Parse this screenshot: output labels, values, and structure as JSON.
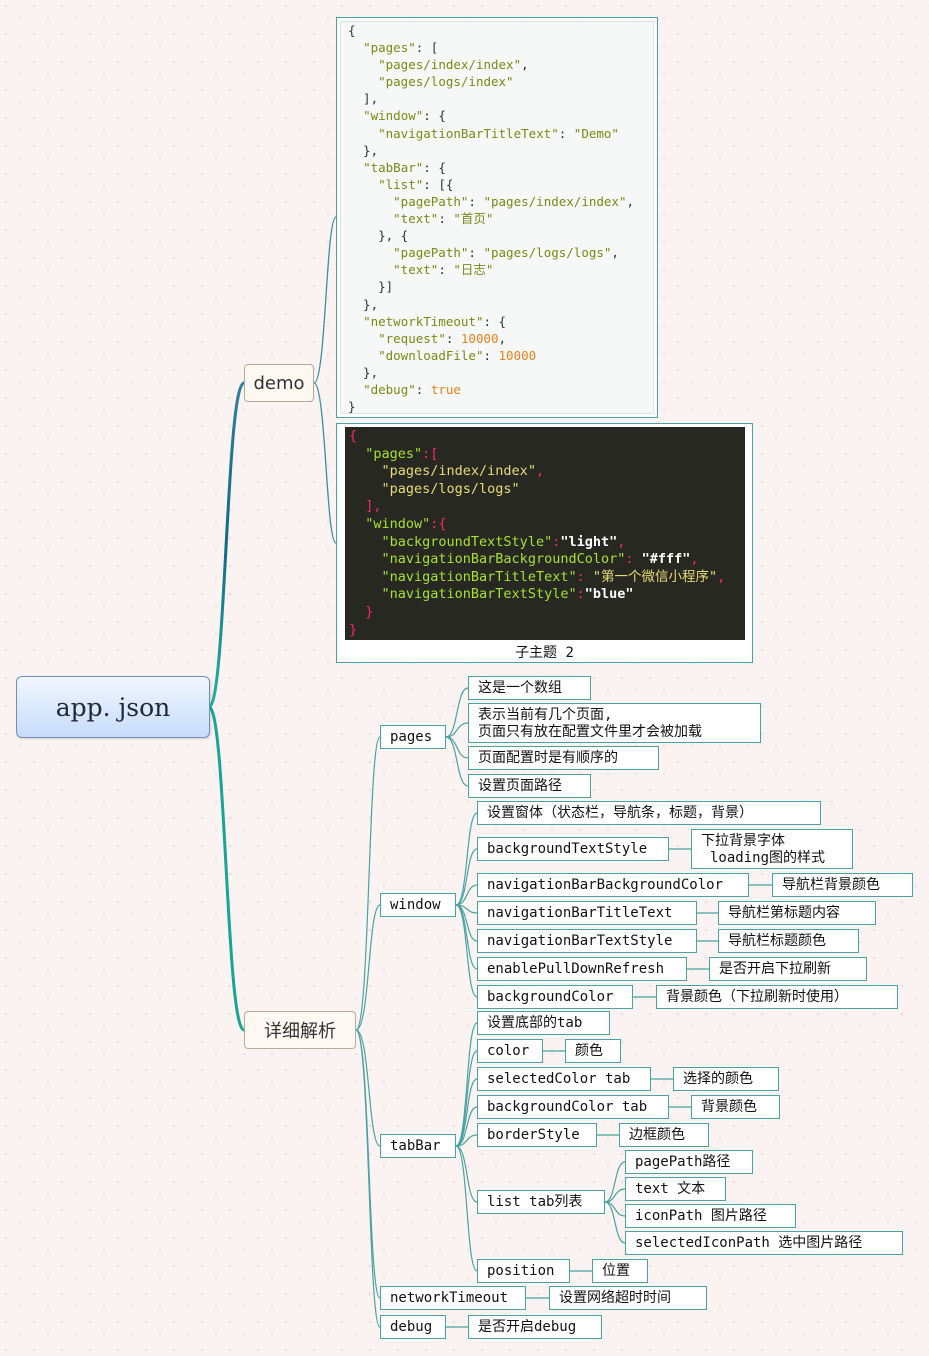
{
  "root": "app. json",
  "branches": {
    "demo": "demo",
    "detail": "详细解析"
  },
  "demo": {
    "code1": [
      [
        [
          "{",
          "lp"
        ]
      ],
      [
        [
          "  ",
          "lp"
        ],
        [
          "\"pages\"",
          "lk"
        ],
        [
          ": [",
          "lp"
        ]
      ],
      [
        [
          "    ",
          "lp"
        ],
        [
          "\"pages/index/index\"",
          "ls"
        ],
        [
          ",",
          "lp"
        ]
      ],
      [
        [
          "    ",
          "lp"
        ],
        [
          "\"pages/logs/index\"",
          "ls"
        ]
      ],
      [
        [
          "  ],",
          "lp"
        ]
      ],
      [
        [
          "  ",
          "lp"
        ],
        [
          "\"window\"",
          "lk"
        ],
        [
          ": {",
          "lp"
        ]
      ],
      [
        [
          "    ",
          "lp"
        ],
        [
          "\"navigationBarTitleText\"",
          "lk"
        ],
        [
          ": ",
          "lp"
        ],
        [
          "\"Demo\"",
          "ls"
        ]
      ],
      [
        [
          "  },",
          "lp"
        ]
      ],
      [
        [
          "  ",
          "lp"
        ],
        [
          "\"tabBar\"",
          "lk"
        ],
        [
          ": {",
          "lp"
        ]
      ],
      [
        [
          "    ",
          "lp"
        ],
        [
          "\"list\"",
          "lk"
        ],
        [
          ": [{",
          "lp"
        ]
      ],
      [
        [
          "      ",
          "lp"
        ],
        [
          "\"pagePath\"",
          "lk"
        ],
        [
          ": ",
          "lp"
        ],
        [
          "\"pages/index/index\"",
          "ls"
        ],
        [
          ",",
          "lp"
        ]
      ],
      [
        [
          "      ",
          "lp"
        ],
        [
          "\"text\"",
          "lk"
        ],
        [
          ": ",
          "lp"
        ],
        [
          "\"首页\"",
          "ls"
        ]
      ],
      [
        [
          "    }, {",
          "lp"
        ]
      ],
      [
        [
          "      ",
          "lp"
        ],
        [
          "\"pagePath\"",
          "lk"
        ],
        [
          ": ",
          "lp"
        ],
        [
          "\"pages/logs/logs\"",
          "ls"
        ],
        [
          ",",
          "lp"
        ]
      ],
      [
        [
          "      ",
          "lp"
        ],
        [
          "\"text\"",
          "lk"
        ],
        [
          ": ",
          "lp"
        ],
        [
          "\"日志\"",
          "ls"
        ]
      ],
      [
        [
          "    }]",
          "lp"
        ]
      ],
      [
        [
          "  },",
          "lp"
        ]
      ],
      [
        [
          "  ",
          "lp"
        ],
        [
          "\"networkTimeout\"",
          "lk"
        ],
        [
          ": {",
          "lp"
        ]
      ],
      [
        [
          "    ",
          "lp"
        ],
        [
          "\"request\"",
          "lk"
        ],
        [
          ": ",
          "lp"
        ],
        [
          "10000",
          "ln"
        ],
        [
          ",",
          "lp"
        ]
      ],
      [
        [
          "    ",
          "lp"
        ],
        [
          "\"downloadFile\"",
          "lk"
        ],
        [
          ": ",
          "lp"
        ],
        [
          "10000",
          "ln"
        ]
      ],
      [
        [
          "  },",
          "lp"
        ]
      ],
      [
        [
          "  ",
          "lp"
        ],
        [
          "\"debug\"",
          "lk"
        ],
        [
          ": ",
          "lp"
        ],
        [
          "true",
          "ln"
        ]
      ],
      [
        [
          "}",
          "lp"
        ]
      ]
    ],
    "code2": [
      [
        [
          "{",
          "dp"
        ]
      ],
      [
        [
          "  ",
          "dw"
        ],
        [
          "\"pages\"",
          "dkey"
        ],
        [
          ":[",
          "dp"
        ]
      ],
      [
        [
          "    ",
          "dw"
        ],
        [
          "\"pages/index/index\"",
          "dk"
        ],
        [
          ",",
          "dp"
        ]
      ],
      [
        [
          "    ",
          "dw"
        ],
        [
          "\"pages/logs/logs\"",
          "dk"
        ]
      ],
      [
        [
          "  ],",
          "dp"
        ]
      ],
      [
        [
          "  ",
          "dw"
        ],
        [
          "\"window\"",
          "dkey"
        ],
        [
          ":{",
          "dp"
        ]
      ],
      [
        [
          "    ",
          "dw"
        ],
        [
          "\"backgroundTextStyle\"",
          "dkey"
        ],
        [
          ":",
          "dp"
        ],
        [
          "\"light\"",
          "dv"
        ],
        [
          ",",
          "dp"
        ]
      ],
      [
        [
          "    ",
          "dw"
        ],
        [
          "\"navigationBarBackgroundColor\"",
          "dkey"
        ],
        [
          ": ",
          "dp"
        ],
        [
          "\"#fff\"",
          "dv"
        ],
        [
          ",",
          "dp"
        ]
      ],
      [
        [
          "    ",
          "dw"
        ],
        [
          "\"navigationBarTitleText\"",
          "dkey"
        ],
        [
          ": ",
          "dp"
        ],
        [
          "\"第一个微信小程序\"",
          "dk"
        ],
        [
          ",",
          "dp"
        ]
      ],
      [
        [
          "    ",
          "dw"
        ],
        [
          "\"navigationBarTextStyle\"",
          "dkey"
        ],
        [
          ":",
          "dp"
        ],
        [
          "\"blue\"",
          "dv"
        ]
      ],
      [
        [
          "  }",
          "dp"
        ]
      ],
      [
        [
          "}",
          "dp"
        ]
      ]
    ],
    "caption": "子主题 2"
  },
  "nodes": {
    "pages": "pages",
    "pages_1": "这是一个数组",
    "pages_2a": "表示当前有几个页面,",
    "pages_2b": "页面只有放在配置文件里才会被加载",
    "pages_3": "页面配置时是有顺序的",
    "pages_4": "设置页面路径",
    "window": "window",
    "win_1": "设置窗体（状态栏，导航条，标题，背景）",
    "win_2": "backgroundTextStyle",
    "win_2da": "下拉背景字体",
    "win_2db": "loading图的样式",
    "win_3": "navigationBarBackgroundColor",
    "win_3d": "导航栏背景颜色",
    "win_4": "navigationBarTitleText",
    "win_4d": "导航栏第标题内容",
    "win_5": "navigationBarTextStyle",
    "win_5d": "导航栏标题颜色",
    "win_6": "enablePullDownRefresh",
    "win_6d": "是否开启下拉刷新",
    "win_7": "backgroundColor",
    "win_7d": "背景颜色（下拉刷新时使用）",
    "tabBar": "tabBar",
    "tab_1": "设置底部的tab",
    "tab_2": "color",
    "tab_2d": "颜色",
    "tab_3": "selectedColor tab",
    "tab_3d": "选择的颜色",
    "tab_4": "backgroundColor tab",
    "tab_4d": "背景颜色",
    "tab_5": "borderStyle",
    "tab_5d": "边框颜色",
    "tab_6": "list tab列表",
    "list_1": "pagePath路径",
    "list_2": "text 文本",
    "list_3": "iconPath 图片路径",
    "list_4": "selectedIconPath 选中图片路径",
    "tab_7": "position",
    "tab_7d": "位置",
    "networkTimeout": "networkTimeout",
    "net_d": "设置网络超时时间",
    "debug": "debug",
    "debug_d": "是否开启debug"
  }
}
